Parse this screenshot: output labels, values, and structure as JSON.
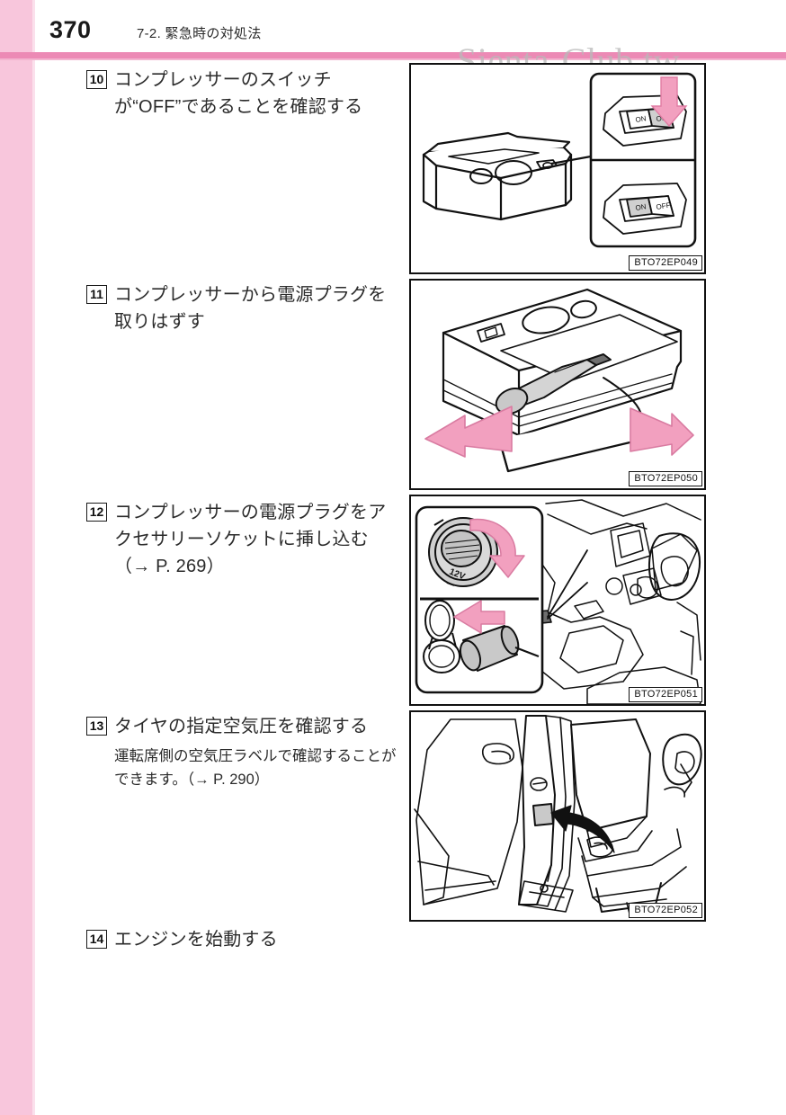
{
  "page": {
    "number": "370",
    "section": "7-2. 緊急時の対処法",
    "watermark": "Sienta-Club.tw"
  },
  "colors": {
    "edge_band": "#f8c6dc",
    "header_rule": "#ec8ab5",
    "arrow_pink": "#f2a0bf",
    "illustration_gray": "#c9c9c9",
    "ink": "#111111"
  },
  "steps": [
    {
      "number": "10",
      "text": "コンプレッサーのスイッチが“OFF”であることを確認する",
      "sub": "",
      "figure": {
        "caption": "BTO72EP049",
        "name": "compressor-switch-off-illustration"
      }
    },
    {
      "number": "11",
      "text": "コンプレッサーから電源プラグを取りはずす",
      "sub": "",
      "figure": {
        "caption": "BTO72EP050",
        "name": "compressor-remove-power-plug-illustration"
      }
    },
    {
      "number": "12",
      "text": "コンプレッサーの電源プラグをアクセサリーソケットに挿し込む（→ P. 269）",
      "sub": "",
      "figure": {
        "caption": "BTO72EP051",
        "name": "accessory-socket-insert-plug-illustration"
      }
    },
    {
      "number": "13",
      "text": "タイヤの指定空気圧を確認する",
      "sub": "運転席側の空気圧ラベルで確認することができます。（→ P. 290）",
      "figure": {
        "caption": "BTO72EP052",
        "name": "tire-pressure-label-door-pillar-illustration"
      }
    },
    {
      "number": "14",
      "text": "エンジンを始動する",
      "sub": "",
      "figure": null
    }
  ],
  "figure_labels": {
    "switch_on": "ON",
    "switch_off": "OFF",
    "socket_rating": "12V"
  }
}
